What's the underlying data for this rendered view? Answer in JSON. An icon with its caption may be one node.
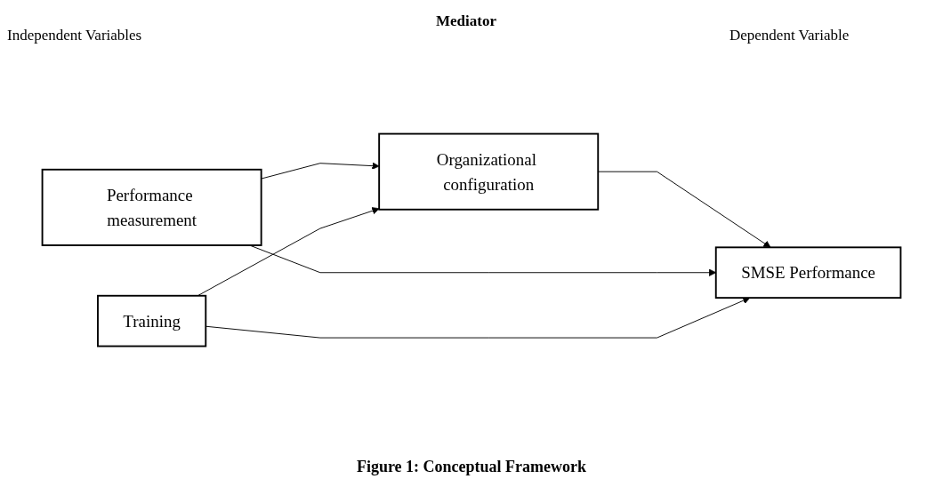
{
  "diagram": {
    "caption": "Figure 1: Conceptual Framework",
    "nodes": [
      {
        "text": [
          "Organizational configuration"
        ]
      },
      {
        "text": [
          "Performance measurement"
        ]
      },
      {
        "text": [
          "Training"
        ]
      },
      {
        "text": [
          "SMSE Performance"
        ]
      }
    ],
    "edges": [
      {
        "from": 1,
        "to": 0,
        "arrow": "to"
      },
      {
        "from": 2,
        "to": 0,
        "arrow": "to"
      },
      {
        "from": 0,
        "to": 3,
        "arrow": "to"
      },
      {
        "from": 1,
        "to": 3,
        "arrow": "to"
      },
      {
        "from": 2,
        "to": 3,
        "arrow": "to"
      }
    ],
    "labels": [
      "Mediator",
      "Independent Variables",
      "Dependent Variable"
    ]
  }
}
